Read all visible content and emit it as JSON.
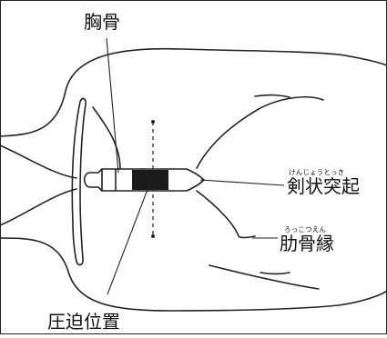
{
  "labels": {
    "sternum": "胸骨",
    "xiphoid": "剣状突起",
    "xiphoid_reading": "けんじょうとっき",
    "costal_margin": "肋骨縁",
    "costal_margin_reading": "ろっこつえん",
    "compression_position": "圧迫位置"
  }
}
